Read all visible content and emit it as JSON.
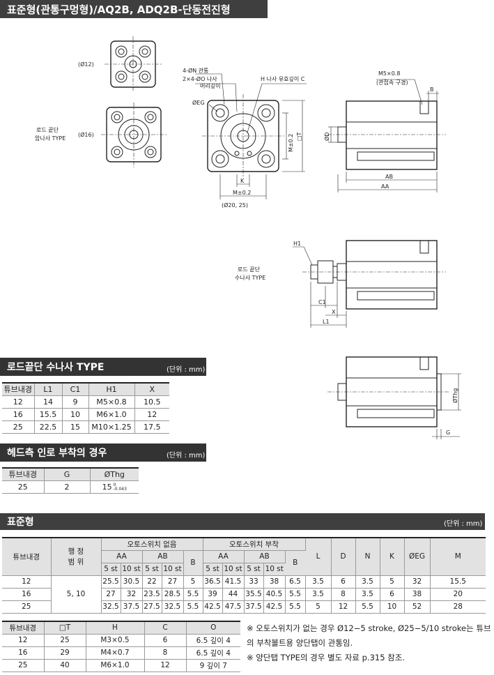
{
  "title": "표준형(관통구멍형)/AQ2B, ADQ2B-단동전진형",
  "diagram_labels": {
    "phi12": "(Ø12)",
    "phi16": "(Ø16)",
    "rod_female": [
      "로드 끝단",
      "암나사 TYPE"
    ],
    "rod_male": [
      "로드 끝단",
      "수나사 TYPE"
    ],
    "n_through": "4-ØN 관통",
    "o_screw": "2×4-ØO 나사",
    "head_depth": "머리깊이",
    "h_screw": "H 나사 유효깊이 C",
    "eg": "ØEG",
    "m02": "M±0.2",
    "m02b": "M±0.2",
    "t": "□T",
    "k": "K",
    "phi2025": "(Ø20, 25)",
    "m5": "M5×0.8",
    "conn": "(관접속 구경)",
    "b": "B",
    "d": "ØD",
    "ab": "AB",
    "aa": "AA",
    "h1": "H1",
    "c1": "C1",
    "x": "X",
    "l1": "L1",
    "thg": "ØThg",
    "g": "G"
  },
  "rod_section": {
    "title": "로드끝단 수나사 TYPE",
    "unit": "(단위 : mm)",
    "headers": [
      "튜브내경",
      "L1",
      "C1",
      "H1",
      "X"
    ],
    "rows": [
      [
        "12",
        "14",
        "9",
        "M5×0.8",
        "10.5"
      ],
      [
        "16",
        "15.5",
        "10",
        "M6×1.0",
        "12"
      ],
      [
        "25",
        "22.5",
        "15",
        "M10×1.25",
        "17.5"
      ]
    ]
  },
  "head_section": {
    "title": "헤드측 인로 부착의 경우",
    "unit": "(단위 : mm)",
    "headers": [
      "튜브내경",
      "G",
      "ØThg"
    ],
    "row": {
      "bore": "25",
      "g": "2",
      "thg": "15",
      "tol_upper": "0",
      "tol_lower": "-0.043"
    }
  },
  "std_section": {
    "title": "표준형",
    "unit": "(단위 : mm)",
    "h_bore": "튜브내경",
    "h_stroke": [
      "행 정",
      "범 위"
    ],
    "h_no_switch": "오토스위치 없음",
    "h_switch": "오토스위치 부착",
    "h_aa": "AA",
    "h_ab": "AB",
    "h_b": "B",
    "h_5st": "5 st",
    "h_10st": "10 st",
    "h_rest": [
      "L",
      "D",
      "N",
      "K",
      "ØEG",
      "M"
    ],
    "stroke": "5, 10",
    "rows": [
      {
        "bore": "12",
        "v": [
          "25.5",
          "30.5",
          "22",
          "27",
          "5",
          "36.5",
          "41.5",
          "33",
          "38",
          "6.5",
          "3.5",
          "6",
          "3.5",
          "5",
          "32",
          "15.5"
        ]
      },
      {
        "bore": "16",
        "v": [
          "27",
          "32",
          "23.5",
          "28.5",
          "5.5",
          "39",
          "44",
          "35.5",
          "40.5",
          "5.5",
          "3.5",
          "8",
          "3.5",
          "6",
          "38",
          "20"
        ]
      },
      {
        "bore": "25",
        "v": [
          "32.5",
          "37.5",
          "27.5",
          "32.5",
          "5.5",
          "42.5",
          "47.5",
          "37.5",
          "42.5",
          "5.5",
          "5",
          "12",
          "5.5",
          "10",
          "52",
          "28"
        ]
      }
    ]
  },
  "small_table": {
    "headers": [
      "튜브내경",
      "□T",
      "H",
      "C",
      "O"
    ],
    "rows": [
      [
        "12",
        "25",
        "M3×0.5",
        "6",
        "6.5 깊이 4"
      ],
      [
        "16",
        "29",
        "M4×0.7",
        "8",
        "6.5 깊이 4"
      ],
      [
        "25",
        "40",
        "M6×1.0",
        "12",
        "9 깊이 7"
      ]
    ]
  },
  "notes": [
    "※ 오토스위치가 없는 경우 Ø12−5 stroke, Ø25−5/10 stroke는 튜브의 부착볼트용 양단탭이 관통임.",
    "※ 양단탭 TYPE의 경우 별도 자료 p.315 참조."
  ]
}
